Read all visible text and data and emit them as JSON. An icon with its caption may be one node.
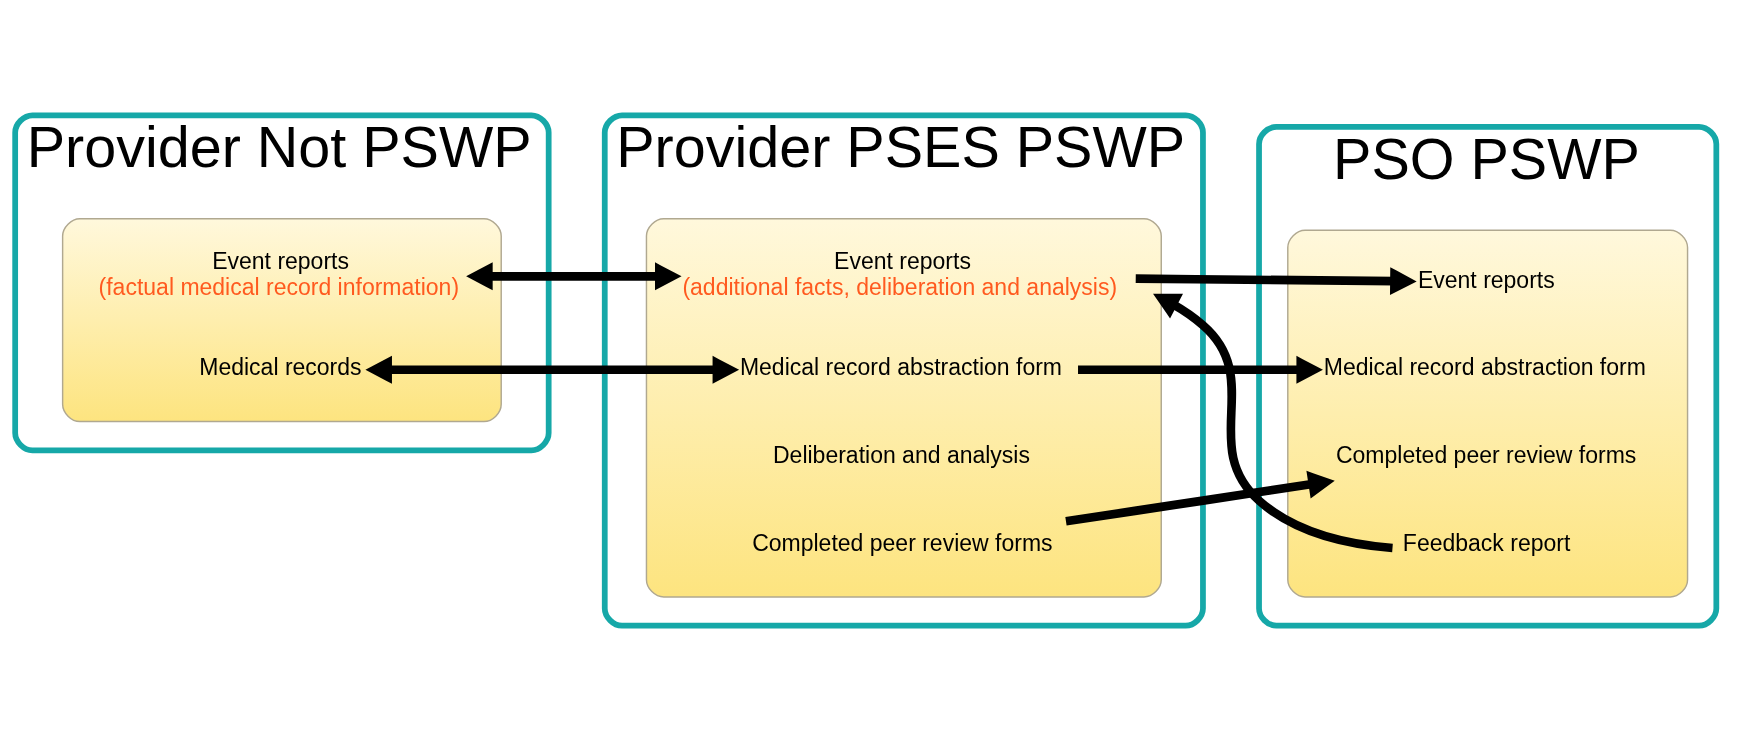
{
  "diagram": {
    "nodes": [
      {
        "text": [
          "Provider Not PSWP"
        ]
      },
      {
        "text": [],
        "shape": "box",
        "in": 0
      },
      {
        "text": [
          "Event reports",
          "(factual medical record information)"
        ],
        "in": 1
      },
      {
        "text": [
          "Medical records"
        ],
        "in": 1
      },
      {
        "text": [
          "Provider PSES PSWP"
        ]
      },
      {
        "text": [],
        "shape": "box",
        "in": 4
      },
      {
        "text": [
          "Event reports",
          "(additional facts, deliberation and analysis)"
        ],
        "in": 5
      },
      {
        "text": [
          "Medical record abstraction form"
        ],
        "in": 5
      },
      {
        "text": [
          "Deliberation and analysis"
        ],
        "in": 5
      },
      {
        "text": [
          "Completed peer review forms"
        ],
        "in": 5
      },
      {
        "text": [
          "PSO PSWP"
        ]
      },
      {
        "text": [],
        "shape": "box",
        "in": 10
      },
      {
        "text": [
          "Event reports"
        ],
        "in": 11
      },
      {
        "text": [
          "Medical record abstraction form"
        ],
        "in": 11
      },
      {
        "text": [
          "Completed peer review forms"
        ],
        "in": 11
      },
      {
        "text": [
          "Feedback report"
        ],
        "in": 11
      }
    ],
    "edges": [
      {
        "from": 2,
        "to": 6,
        "arrow": "both"
      },
      {
        "from": 3,
        "to": 7,
        "arrow": "both"
      },
      {
        "from": 6,
        "to": 12,
        "arrow": "to"
      },
      {
        "from": 7,
        "to": 13,
        "arrow": "to"
      },
      {
        "from": 9,
        "to": 14,
        "arrow": "to"
      },
      {
        "from": 15,
        "to": 5,
        "arrow": "to"
      }
    ]
  }
}
